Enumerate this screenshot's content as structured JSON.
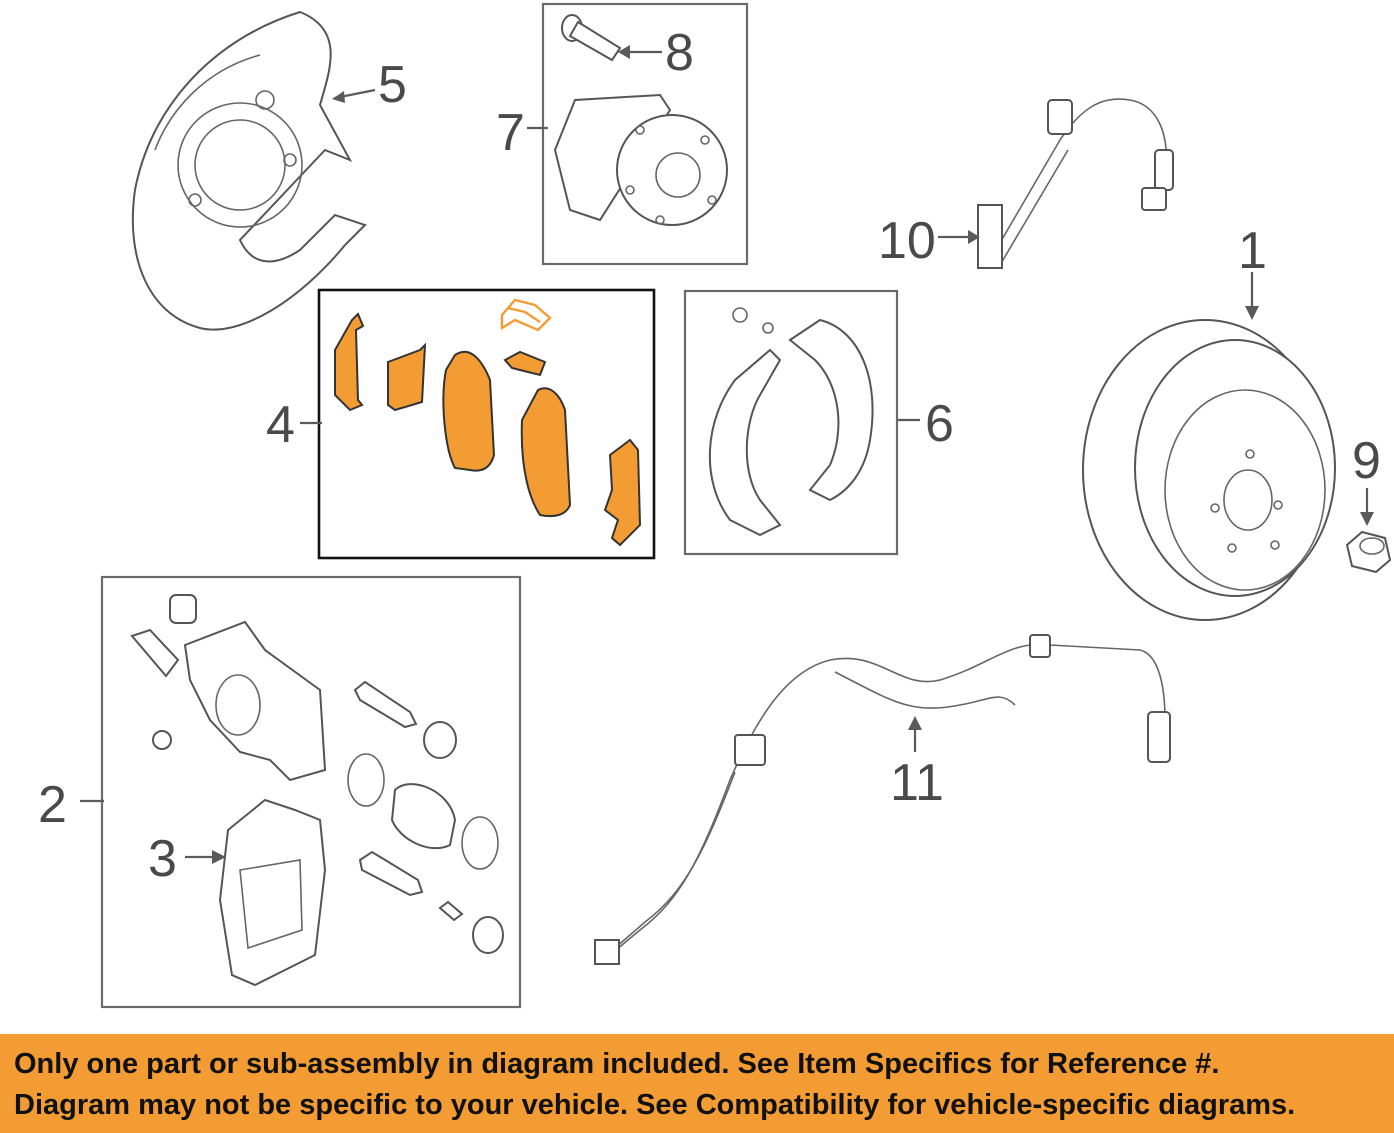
{
  "callouts": {
    "c1": "1",
    "c2": "2",
    "c3": "3",
    "c4": "4",
    "c5": "5",
    "c6": "6",
    "c7": "7",
    "c8": "8",
    "c9": "9",
    "c10": "10",
    "c11": "11"
  },
  "notice": {
    "line1": "Only one part or sub-assembly in diagram included. See Item Specifics for Reference #.",
    "line2": "Diagram may not be specific to your vehicle. See Compatibility for vehicle-specific diagrams."
  },
  "colors": {
    "highlight": "#f39c33",
    "line": "#5a5a5a",
    "background": "#ffffff"
  }
}
